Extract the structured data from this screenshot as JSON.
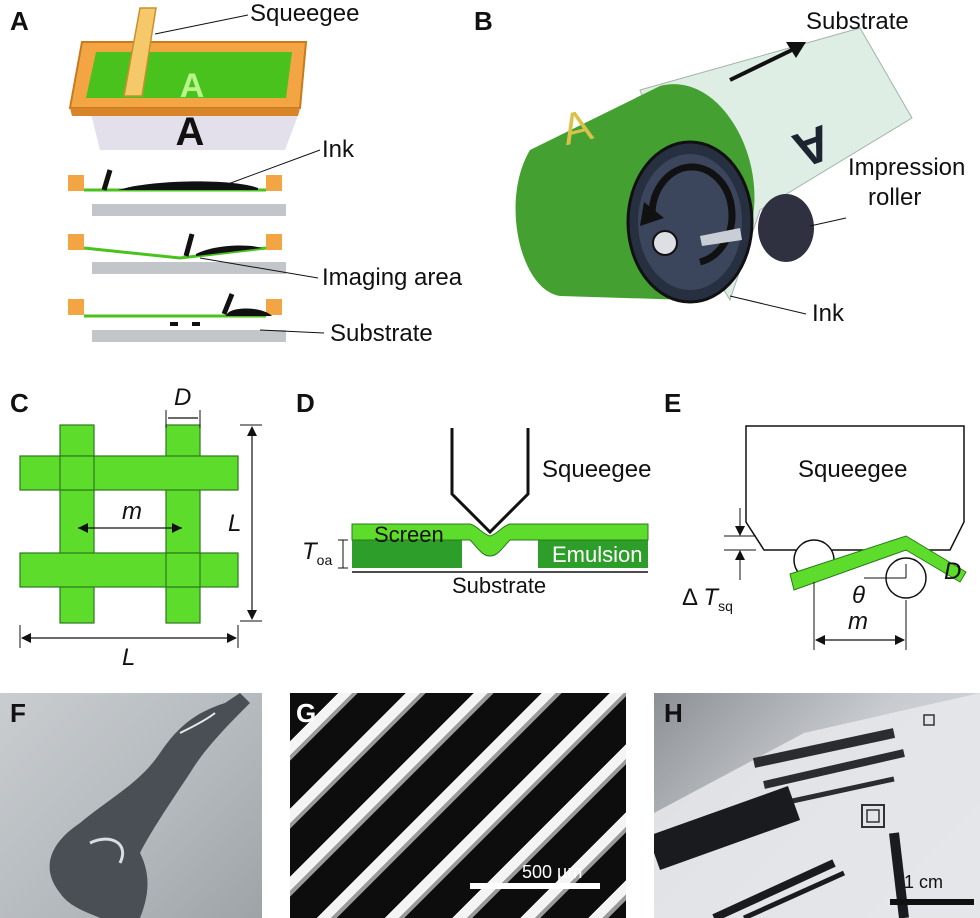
{
  "panels": {
    "A": {
      "letter": "A",
      "squeegee": "Squeegee",
      "ink": "Ink",
      "imaging_area": "Imaging area",
      "substrate": "Substrate",
      "mask_glyph": "A"
    },
    "B": {
      "letter": "B",
      "substrate": "Substrate",
      "impression": "Impression",
      "roller": "roller",
      "ink": "Ink",
      "glyph": "A"
    },
    "C": {
      "letter": "C",
      "D": "D",
      "m": "m",
      "L_vertical": "L",
      "L_horizontal": "L"
    },
    "D": {
      "letter": "D",
      "squeegee": "Squeegee",
      "screen": "Screen",
      "emulsion": "Emulsion",
      "substrate": "Substrate",
      "T": "T",
      "T_sub": "oa"
    },
    "E": {
      "letter": "E",
      "squeegee": "Squeegee",
      "delta": "Δ",
      "T": "T",
      "T_sub": "sq",
      "theta": "θ",
      "D": "D",
      "m": "m"
    },
    "F": {
      "letter": "F"
    },
    "G": {
      "letter": "G",
      "scale": "500 µm"
    },
    "H": {
      "letter": "H",
      "scale": "1 cm"
    }
  },
  "colors": {
    "green": "#5ddc2c",
    "dark_green": "#2e9e2a",
    "orange": "#f0a040",
    "gray_plate": "#c2c5c9",
    "black": "#111111"
  }
}
